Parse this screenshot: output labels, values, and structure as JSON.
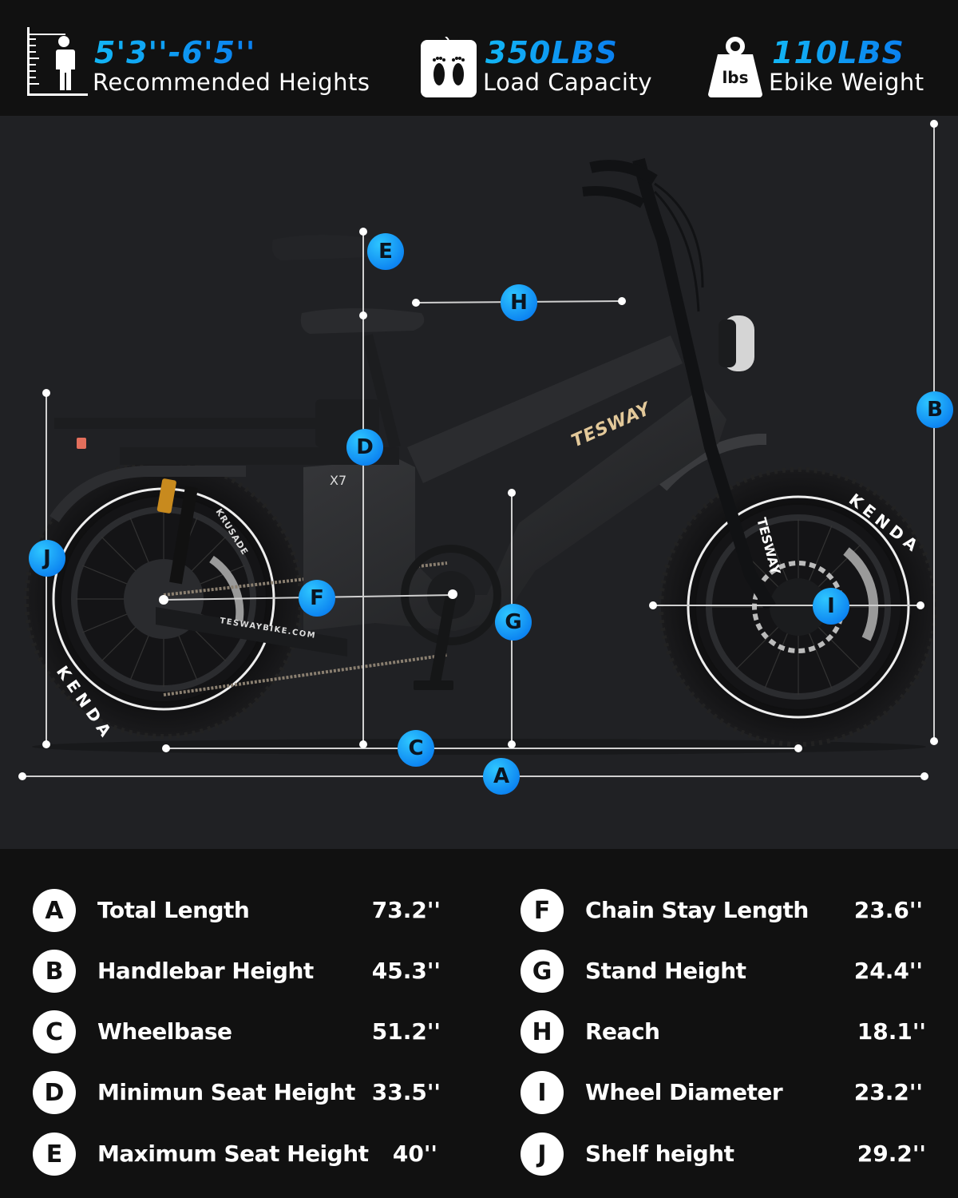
{
  "header": {
    "stats": [
      {
        "icon": "height-ruler-person-icon",
        "value": "5'3''-6'5''",
        "label": "Recommended Heights"
      },
      {
        "icon": "scale-footprints-icon",
        "value": "350LBS",
        "label": "Load Capacity"
      },
      {
        "icon": "weight-lbs-icon",
        "value": "110LBS",
        "label": "Ebike Weight",
        "icon_text": "lbs"
      }
    ]
  },
  "diagram": {
    "brand": "TESWAY",
    "model": "X7",
    "website": "TESWAYBIKE.COM",
    "tire_brand": "KENDA",
    "tire_model": "KRUSADE",
    "accent_color": "#0a8ff5",
    "markers": [
      "A",
      "B",
      "C",
      "D",
      "E",
      "F",
      "G",
      "H",
      "I",
      "J"
    ]
  },
  "specs": {
    "left": [
      {
        "key": "A",
        "name": "Total Length",
        "value": "73.2''"
      },
      {
        "key": "B",
        "name": "Handlebar Height",
        "value": "45.3''"
      },
      {
        "key": "C",
        "name": "Wheelbase",
        "value": "51.2''"
      },
      {
        "key": "D",
        "name": "Minimun Seat Height",
        "value": "33.5''"
      },
      {
        "key": "E",
        "name": "Maximum Seat Height",
        "value": "40''"
      }
    ],
    "right": [
      {
        "key": "F",
        "name": "Chain Stay Length",
        "value": "23.6''"
      },
      {
        "key": "G",
        "name": "Stand Height",
        "value": "24.4''"
      },
      {
        "key": "H",
        "name": "Reach",
        "value": "18.1''"
      },
      {
        "key": "I",
        "name": "Wheel Diameter",
        "value": "23.2''"
      },
      {
        "key": "J",
        "name": "Shelf height",
        "value": "29.2''"
      }
    ]
  }
}
